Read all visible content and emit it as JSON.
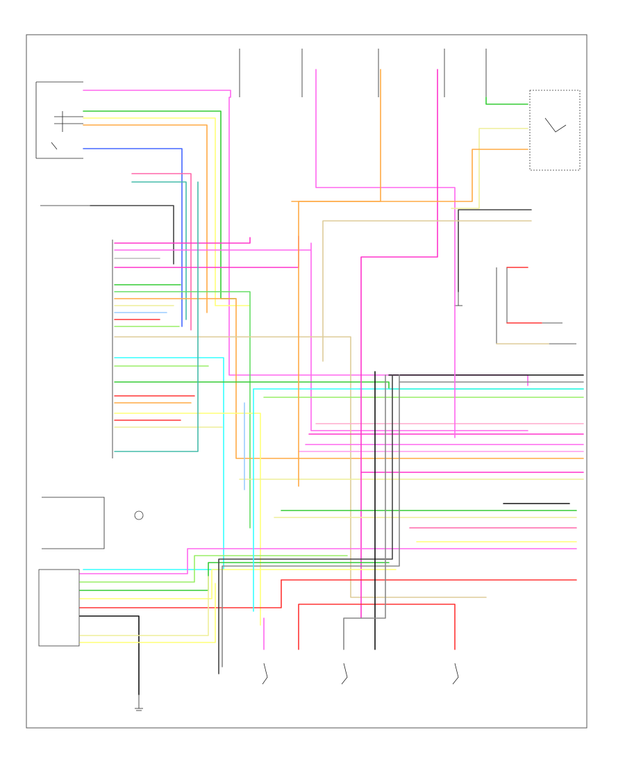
{
  "diagram": {
    "type": "wiring-schematic",
    "frame_label": "",
    "wire_colors": {
      "pink": "#ff66ee",
      "magenta": "#ff33cc",
      "orange": "#ffaa44",
      "yellow": "#ffff77",
      "lightyellow": "#eeee99",
      "green": "#33cc33",
      "lightgreen": "#99ee66",
      "blue": "#4466ff",
      "lightblue": "#99ccff",
      "cyan": "#33ffff",
      "red": "#ff3333",
      "gray": "#888888",
      "darkgray": "#444444",
      "black": "#111111",
      "tan": "#ddcc99",
      "teal": "#44bbaa"
    },
    "components": [
      {
        "id": "blend-door-actuator",
        "label": ""
      },
      {
        "id": "recirc-door-actuator",
        "label": ""
      },
      {
        "id": "blower-motor-relay",
        "label": ""
      },
      {
        "id": "ac-heater-control-module",
        "label": ""
      },
      {
        "id": "blower-motor-switch",
        "label": ""
      },
      {
        "id": "pressure-switch",
        "label": ""
      },
      {
        "id": "blower-motor",
        "label": ""
      },
      {
        "id": "ambient-temp-sensor",
        "label": ""
      },
      {
        "id": "in-car-temp-sensor",
        "label": ""
      },
      {
        "id": "sunload-sensor",
        "label": ""
      },
      {
        "id": "hot-at-all-times-fuse",
        "label": ""
      },
      {
        "id": "hot-in-run-fuse-1",
        "label": ""
      },
      {
        "id": "hot-in-run-fuse-2",
        "label": ""
      },
      {
        "id": "hot-in-run-fuse-3",
        "label": ""
      },
      {
        "id": "ground-g1",
        "label": ""
      },
      {
        "id": "ground-g2",
        "label": ""
      }
    ]
  }
}
